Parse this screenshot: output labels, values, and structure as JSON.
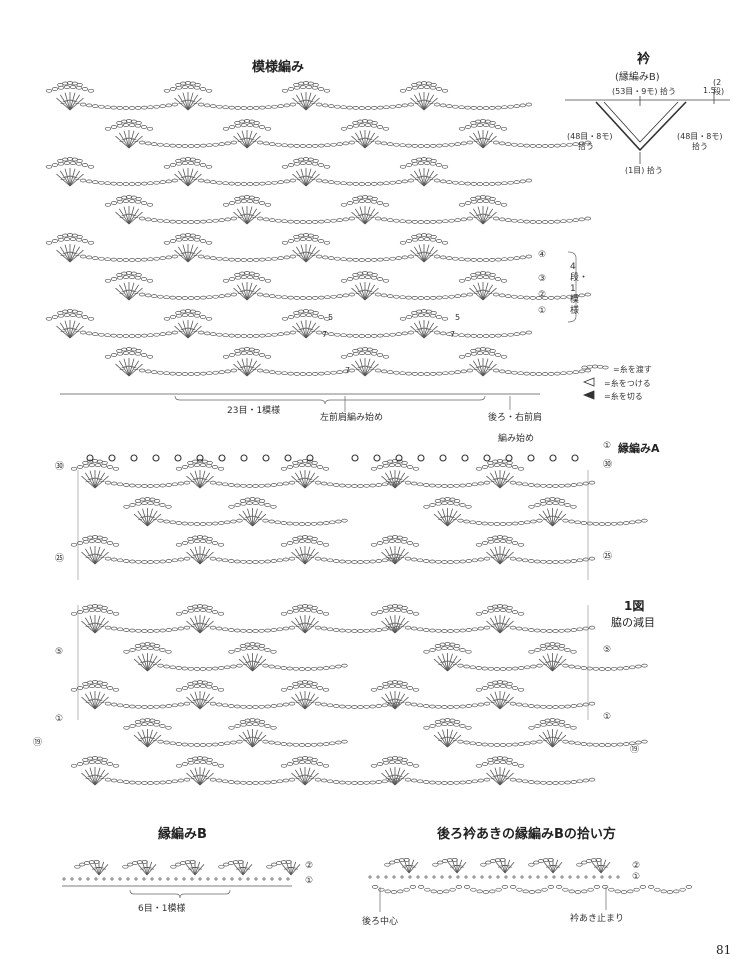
{
  "pattern": {
    "title": "模様編み",
    "rows": [
      "④",
      "③",
      "②",
      "①"
    ],
    "row_note": "4段・1模様",
    "repeat_label": "23目・1模様",
    "left_start": "左前肩編み始め",
    "right_start": "後ろ・右前肩",
    "right_start2": "編み始め",
    "num5": "5",
    "num7": "7"
  },
  "collar": {
    "title": "衿",
    "subtitle": "(縁編みB)",
    "top_pick": "(53目・9モ) 拾う",
    "left_pick1": "(48目・8モ)",
    "left_pick2": "拾う",
    "right_pick1": "(48目・8モ)",
    "right_pick2": "拾う",
    "bottom_pick": "(1目) 拾う",
    "height": "1.5",
    "height_rows": "(2段)"
  },
  "legend": {
    "pass": "=糸を渡す",
    "attach": "=糸をつける",
    "cut": "=糸を切る"
  },
  "fig1": {
    "title": "1図",
    "subtitle": "脇の減目",
    "edge_a": "縁編みA",
    "left_marks": [
      "㉚",
      "㉕",
      "⑤",
      "①",
      "⑲"
    ],
    "right_marks": [
      "①",
      "㉚",
      "㉕",
      "⑤",
      "①",
      "⑲"
    ]
  },
  "edge_b": {
    "title": "縁編みB",
    "repeat": "6目・1模様",
    "rows": [
      "②",
      "①"
    ]
  },
  "pickup": {
    "title": "後ろ衿あきの縁編みBの拾い方",
    "rows": [
      "②",
      "①"
    ],
    "center": "後ろ中心",
    "end": "衿あき止まり"
  },
  "page_number": "81"
}
